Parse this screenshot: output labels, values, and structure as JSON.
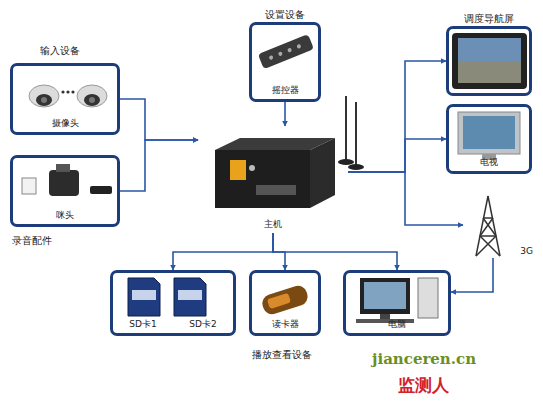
{
  "diagram": {
    "nodes": [
      {
        "text": [
          "摄像头"
        ]
      },
      {
        "text": [
          "咪头"
        ]
      },
      {
        "text": [
          "设置设备",
          "摇控器"
        ]
      },
      {
        "text": [
          "主机"
        ]
      },
      {
        "text": [
          "调度导航屏"
        ]
      },
      {
        "text": [
          "电视"
        ]
      },
      {
        "text": [
          "3G"
        ]
      },
      {
        "text": [
          "SD卡1",
          "SD卡2"
        ]
      },
      {
        "text": [
          "读卡器"
        ]
      },
      {
        "text": [
          "电脑"
        ]
      }
    ],
    "edges": [
      {
        "from": 0,
        "to": 3,
        "arrow": "to"
      },
      {
        "from": 1,
        "to": 3,
        "arrow": "to"
      },
      {
        "from": 2,
        "to": 3,
        "arrow": "to"
      },
      {
        "from": 3,
        "to": 4,
        "arrow": "to"
      },
      {
        "from": 3,
        "to": 5,
        "arrow": "to"
      },
      {
        "from": 3,
        "to": 6,
        "arrow": "to"
      },
      {
        "from": 3,
        "to": 7,
        "arrow": "to"
      },
      {
        "from": 3,
        "to": 8,
        "arrow": "to"
      },
      {
        "from": 3,
        "to": 9,
        "arrow": "to"
      },
      {
        "from": 6,
        "to": 9,
        "arrow": "to"
      }
    ],
    "labels": [
      "输入设备",
      "录音配件",
      "播放查看设备",
      "jianceren.cn",
      "监测人"
    ]
  }
}
